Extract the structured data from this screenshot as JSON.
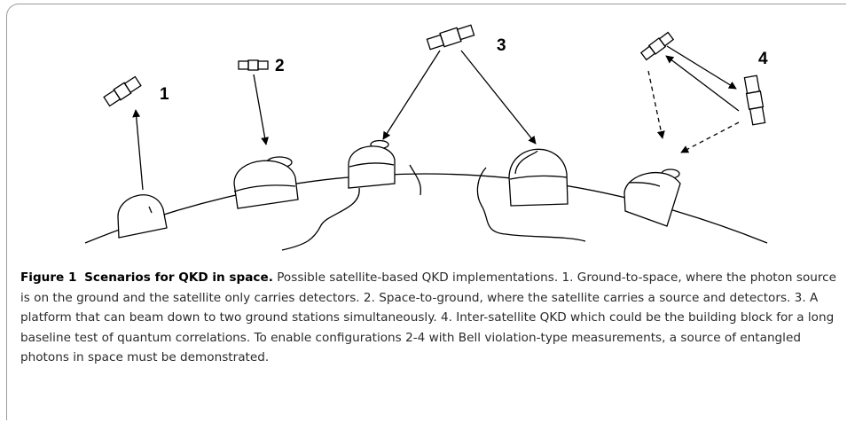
{
  "figure": {
    "scenario_labels": [
      "1",
      "2",
      "3",
      "4"
    ]
  },
  "caption": {
    "label": "Figure 1",
    "title": "Scenarios for QKD in space.",
    "text": "Possible satellite-based QKD implementations. 1. Ground-to-space, where the photon source is on the ground and the satellite only carries detectors. 2. Space-to-ground, where the satellite carries a source and detectors. 3. A platform that can beam down to two ground stations simultaneously. 4. Inter-satellite QKD which could be the building block for a long baseline test of quantum correlations. To enable configurations 2-4 with Bell violation-type measurements, a source of entangled photons in space must be demonstrated."
  },
  "colors": {
    "ink": "#000000",
    "caption_text": "#2a2a2a",
    "frame": "#9a9a9a"
  }
}
